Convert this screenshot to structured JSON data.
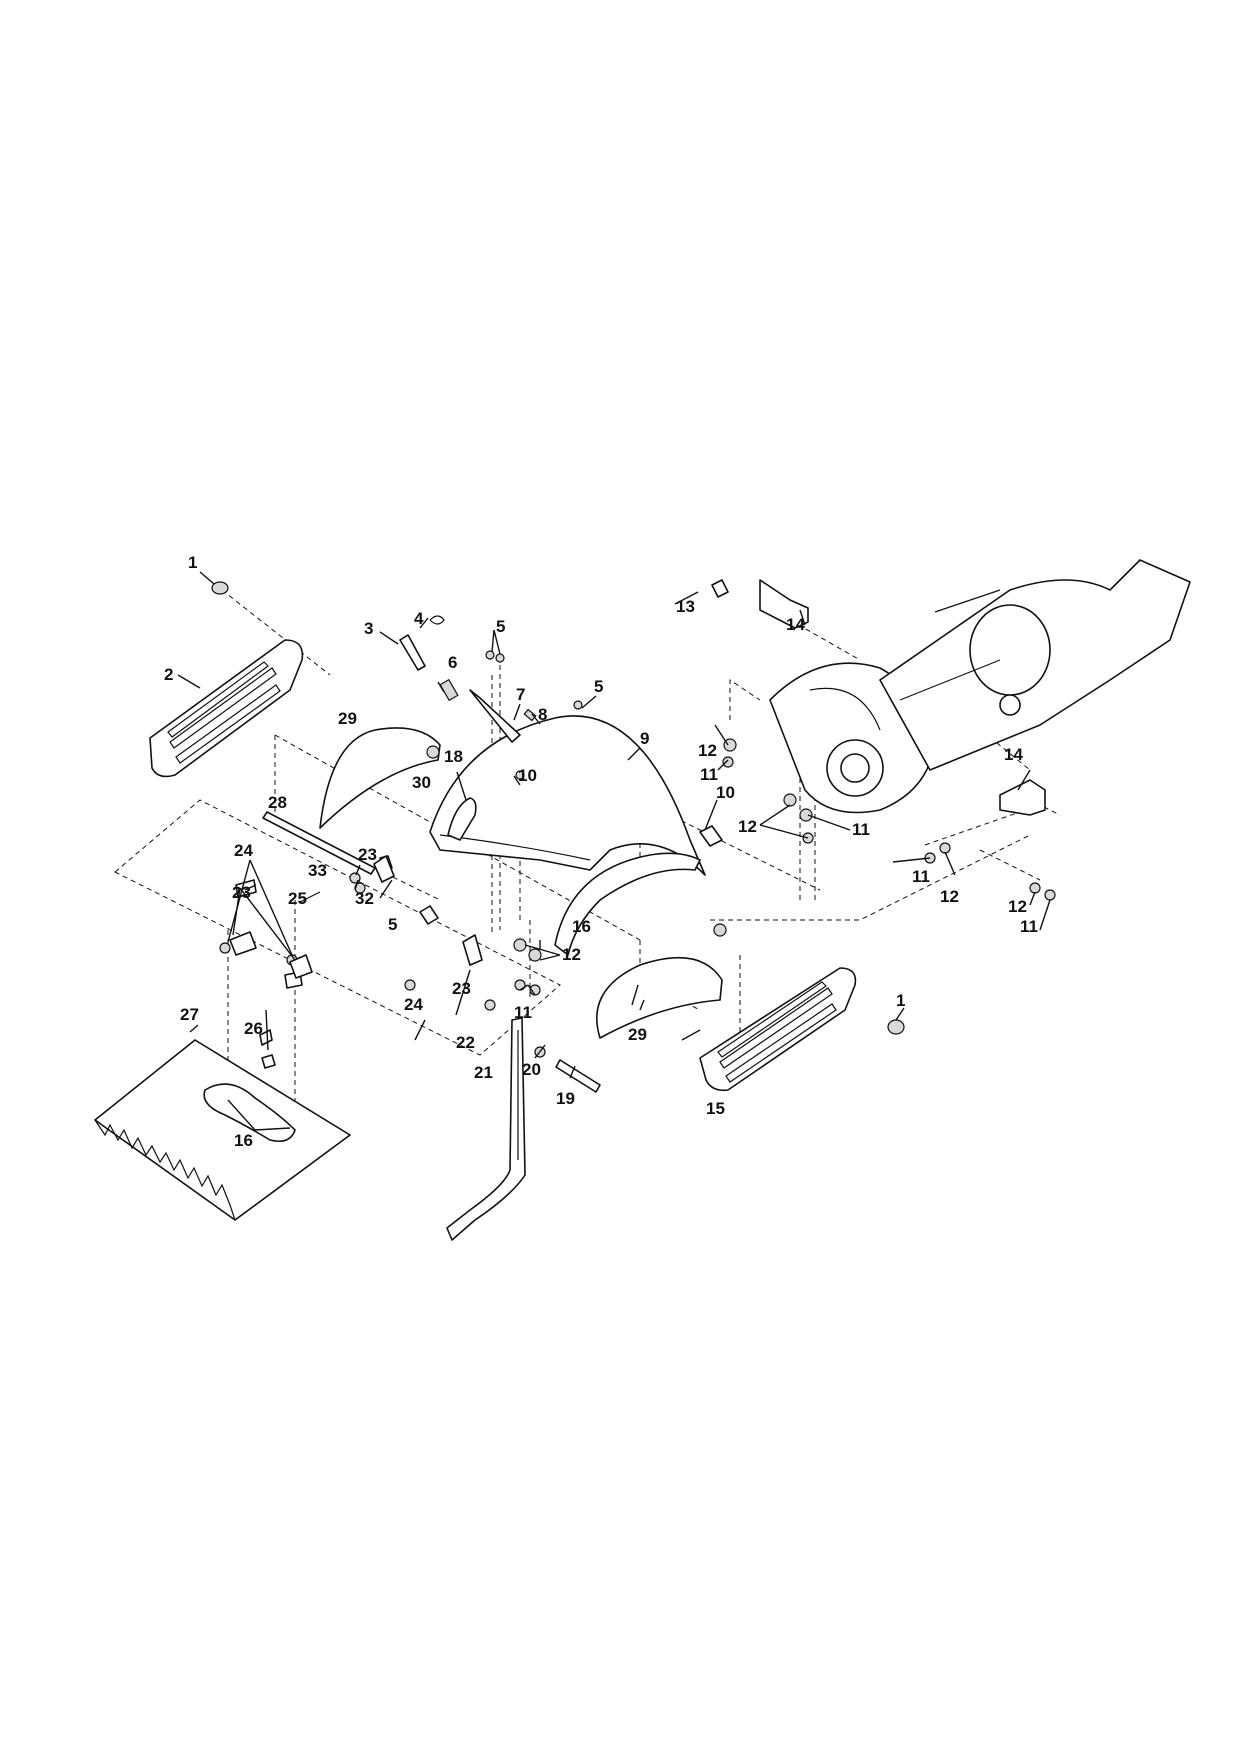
{
  "callouts": [
    {
      "id": "c1a",
      "text": "1"
    },
    {
      "id": "c1b",
      "text": "1"
    },
    {
      "id": "c2",
      "text": "2"
    },
    {
      "id": "c3",
      "text": "3"
    },
    {
      "id": "c4",
      "text": "4"
    },
    {
      "id": "c5a",
      "text": "5"
    },
    {
      "id": "c5b",
      "text": "5"
    },
    {
      "id": "c5c",
      "text": "5"
    },
    {
      "id": "c6",
      "text": "6"
    },
    {
      "id": "c7",
      "text": "7"
    },
    {
      "id": "c8",
      "text": "8"
    },
    {
      "id": "c9",
      "text": "9"
    },
    {
      "id": "c10a",
      "text": "10"
    },
    {
      "id": "c10b",
      "text": "10"
    },
    {
      "id": "c11a",
      "text": "11"
    },
    {
      "id": "c11b",
      "text": "11"
    },
    {
      "id": "c11c",
      "text": "11"
    },
    {
      "id": "c11d",
      "text": "11"
    },
    {
      "id": "c11e",
      "text": "11"
    },
    {
      "id": "c12a",
      "text": "12"
    },
    {
      "id": "c12b",
      "text": "12"
    },
    {
      "id": "c12c",
      "text": "12"
    },
    {
      "id": "c12d",
      "text": "12"
    },
    {
      "id": "c12e",
      "text": "12"
    },
    {
      "id": "c13",
      "text": "13"
    },
    {
      "id": "c14a",
      "text": "14"
    },
    {
      "id": "c14b",
      "text": "14"
    },
    {
      "id": "c15",
      "text": "15"
    },
    {
      "id": "c16a",
      "text": "16"
    },
    {
      "id": "c16b",
      "text": "16"
    },
    {
      "id": "c18",
      "text": "18"
    },
    {
      "id": "c19",
      "text": "19"
    },
    {
      "id": "c20",
      "text": "20"
    },
    {
      "id": "c21",
      "text": "21"
    },
    {
      "id": "c22",
      "text": "22"
    },
    {
      "id": "c23a",
      "text": "23"
    },
    {
      "id": "c23b",
      "text": "23"
    },
    {
      "id": "c23c",
      "text": "23"
    },
    {
      "id": "c24a",
      "text": "24"
    },
    {
      "id": "c24b",
      "text": "24"
    },
    {
      "id": "c25",
      "text": "25"
    },
    {
      "id": "c26",
      "text": "26"
    },
    {
      "id": "c27",
      "text": "27"
    },
    {
      "id": "c28",
      "text": "28"
    },
    {
      "id": "c29a",
      "text": "29"
    },
    {
      "id": "c29b",
      "text": "29"
    },
    {
      "id": "c30",
      "text": "30"
    },
    {
      "id": "c32",
      "text": "32"
    },
    {
      "id": "c33",
      "text": "33"
    }
  ]
}
